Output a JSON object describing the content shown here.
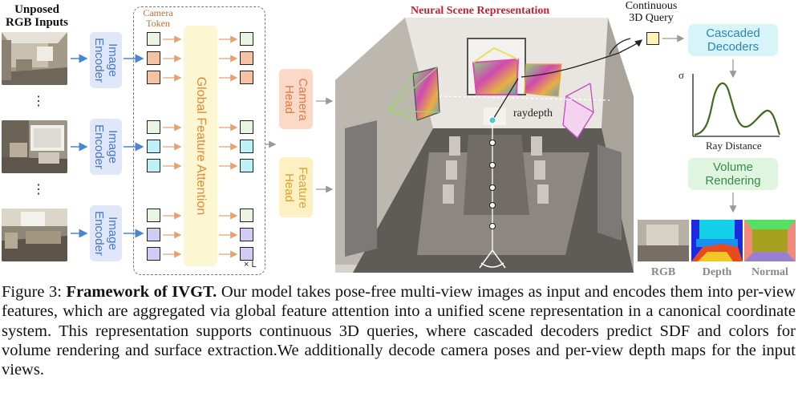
{
  "inputs": {
    "title_line1": "Unposed",
    "title_line2": "RGB Inputs",
    "ellipsis": "⋮"
  },
  "encoder": {
    "line1": "Image",
    "line2": "Encoder"
  },
  "camera_token": {
    "line1": "Camera",
    "line2": "Token"
  },
  "gfa_label": "Global Feature Attention",
  "repeat_label": "× L",
  "camera_head": {
    "line1": "Camera",
    "line2": "Head"
  },
  "feature_head": {
    "line1": "Feature",
    "line2": "Head"
  },
  "scene": {
    "title": "Neural Scene Representation",
    "raydepth": "raydepth"
  },
  "query": {
    "line1": "Continuous",
    "line2": "3D Query"
  },
  "cascaded": {
    "line1": "Cascaded",
    "line2": "Decoders"
  },
  "density": {
    "ylabel": "σ",
    "xlabel": "Ray Distance"
  },
  "volume": {
    "line1": "Volume",
    "line2": "Rendering"
  },
  "outputs": {
    "rgb": "RGB",
    "depth": "Depth",
    "normal": "Normal"
  },
  "caption": {
    "prefix": "Figure 3: ",
    "bold": "Framework of IVGT.",
    "text": " Our model takes pose-free multi-view images as input and encodes them into per-view features, which are aggregated via global feature attention into a unified scene representation in a canonical coordinate system. This representation supports continuous 3D queries, where cascaded decoders predict SDF and colors for volume rendering and surface extraction.We additionally decode camera poses and per-view depth maps for the input views."
  },
  "colors": {
    "encoder_bg": "#dfe7f8",
    "encoder_text": "#4a78c8",
    "camera_token": "#f4c3a6",
    "token_green": "#e9f4e2",
    "token_cyan": "#bdf1f6",
    "token_purple": "#cfcdf4",
    "gfa_bg": "#fdf6d2",
    "gfa_text": "#e08a38",
    "camera_head_bg": "#fbd9c9",
    "camera_head_text": "#e07a40",
    "feature_head_bg": "#fdf0c2",
    "feature_head_text": "#e0a030",
    "title_red": "#c0242e",
    "curve_green": "#3e6b1f"
  }
}
